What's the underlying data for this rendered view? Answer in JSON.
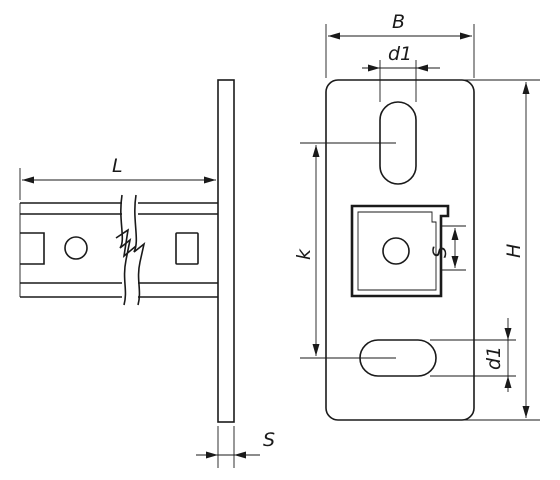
{
  "drawing": {
    "dimensions": {
      "L": "L",
      "S_thickness": "S",
      "B": "B",
      "d1_top": "d1",
      "k": "k",
      "S_slot": "S",
      "H": "H",
      "d1_bottom": "d1"
    }
  }
}
